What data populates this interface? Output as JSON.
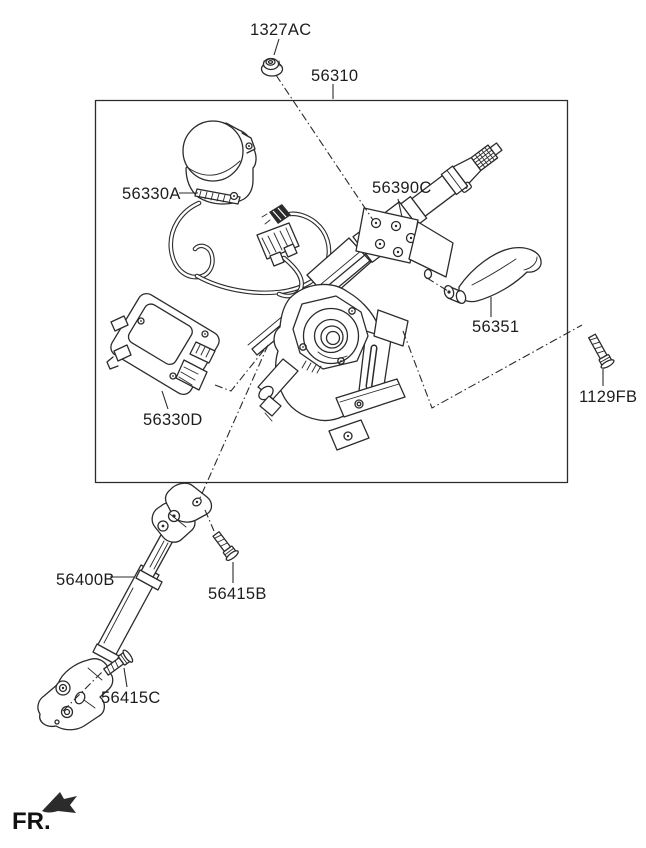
{
  "page": {
    "background": "#ffffff",
    "line_color": "#2b2b2b",
    "text_color": "#1d1d1d"
  },
  "diagram": {
    "type": "exploded-parts-diagram",
    "subject": "steering column and intermediate shaft",
    "fr_label": "FR.",
    "callouts": [
      {
        "id": "1327AC",
        "part": "flange-nut"
      },
      {
        "id": "56310",
        "part": "steering-column-assembly-box"
      },
      {
        "id": "56330A",
        "part": "motor-assembly"
      },
      {
        "id": "56390C",
        "part": "column-bracket"
      },
      {
        "id": "56351",
        "part": "tilt-lever"
      },
      {
        "id": "1129FB",
        "part": "bolt"
      },
      {
        "id": "56330D",
        "part": "controller-unit"
      },
      {
        "id": "56400B",
        "part": "intermediate-shaft"
      },
      {
        "id": "56415B",
        "part": "bolt-upper"
      },
      {
        "id": "56415C",
        "part": "bolt-lower"
      }
    ]
  }
}
